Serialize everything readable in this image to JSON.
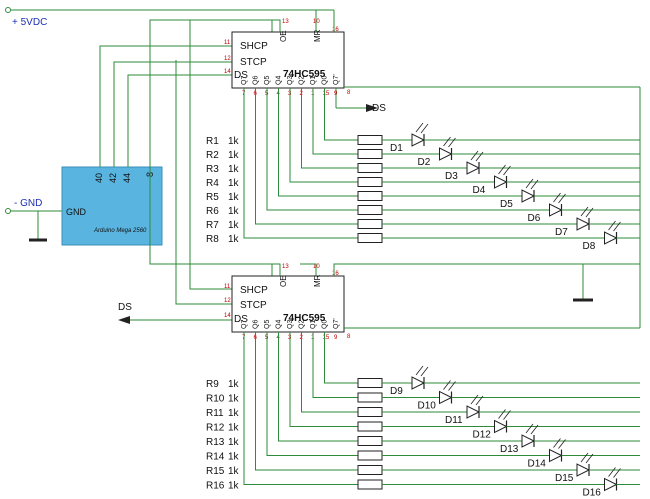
{
  "supply": {
    "vcc_label": "+ 5VDC",
    "gnd_label": "-  GND"
  },
  "arduino": {
    "name": "Arduino Mega 2560",
    "gnd_pin": "GND",
    "pins": [
      "40",
      "42",
      "44",
      "8"
    ]
  },
  "chips": [
    {
      "name": "74HC595",
      "inputs": [
        "SHCP",
        "STCP",
        "DS"
      ],
      "input_pins": [
        "11",
        "12",
        "14"
      ],
      "top_labels": [
        "OE",
        "MR"
      ],
      "top_pins": [
        "13",
        "10",
        "16"
      ],
      "outputs": [
        "Q7",
        "Q6",
        "Q5",
        "Q4",
        "Q3",
        "Q2",
        "Q1",
        "Q0",
        "Q7'"
      ],
      "output_pins": [
        "7",
        "6",
        "5",
        "4",
        "3",
        "2",
        "1",
        "15",
        "9"
      ],
      "gnd_pin": "8"
    },
    {
      "name": "74HC595",
      "inputs": [
        "SHCP",
        "STCP",
        "DS"
      ],
      "input_pins": [
        "11",
        "12",
        "14"
      ],
      "top_labels": [
        "OE",
        "MR"
      ],
      "top_pins": [
        "13",
        "10",
        "16"
      ],
      "outputs": [
        "Q7",
        "Q6",
        "Q5",
        "Q4",
        "Q3",
        "Q2",
        "Q1",
        "Q0",
        "Q7'"
      ],
      "output_pins": [
        "7",
        "6",
        "5",
        "4",
        "3",
        "2",
        "1",
        "15",
        "9"
      ],
      "gnd_pin": "8"
    }
  ],
  "ds_link": {
    "out_label": "DS",
    "in_label": "DS"
  },
  "resistors": [
    {
      "name": "R1",
      "value": "1k"
    },
    {
      "name": "R2",
      "value": "1k"
    },
    {
      "name": "R3",
      "value": "1k"
    },
    {
      "name": "R4",
      "value": "1k"
    },
    {
      "name": "R5",
      "value": "1k"
    },
    {
      "name": "R6",
      "value": "1k"
    },
    {
      "name": "R7",
      "value": "1k"
    },
    {
      "name": "R8",
      "value": "1k"
    },
    {
      "name": "R9",
      "value": "1k"
    },
    {
      "name": "R10",
      "value": "1k"
    },
    {
      "name": "R11",
      "value": "1k"
    },
    {
      "name": "R12",
      "value": "1k"
    },
    {
      "name": "R13",
      "value": "1k"
    },
    {
      "name": "R14",
      "value": "1k"
    },
    {
      "name": "R15",
      "value": "1k"
    },
    {
      "name": "R16",
      "value": "1k"
    }
  ],
  "leds": [
    "D1",
    "D2",
    "D3",
    "D4",
    "D5",
    "D6",
    "D7",
    "D8",
    "D9",
    "D10",
    "D11",
    "D12",
    "D13",
    "D14",
    "D15",
    "D16"
  ]
}
